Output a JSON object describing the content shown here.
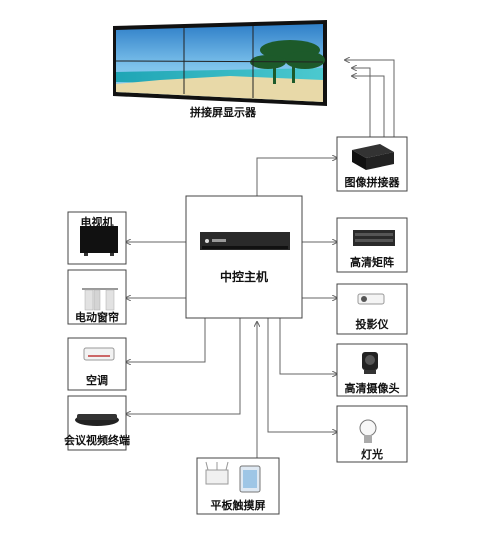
{
  "diagram": {
    "videowall_label": "拼接屏显示器",
    "controller_label": "中控主机",
    "left_devices": [
      {
        "label": "电视机",
        "icon": "tv-icon"
      },
      {
        "label": "电动窗帘",
        "icon": "curtain-icon"
      },
      {
        "label": "空调",
        "icon": "air-conditioner-icon"
      },
      {
        "label": "会议视频终端",
        "icon": "video-terminal-icon"
      }
    ],
    "right_devices": [
      {
        "label": "图像拼接器",
        "icon": "splicer-icon"
      },
      {
        "label": "高清矩阵",
        "icon": "matrix-icon"
      },
      {
        "label": "投影仪",
        "icon": "projector-icon"
      },
      {
        "label": "高清摄像头",
        "icon": "camera-icon"
      },
      {
        "label": "灯光",
        "icon": "light-bulb-icon"
      }
    ],
    "bottom_device": {
      "label": "平板触摸屏",
      "icon": "tablet-router-icon"
    }
  }
}
